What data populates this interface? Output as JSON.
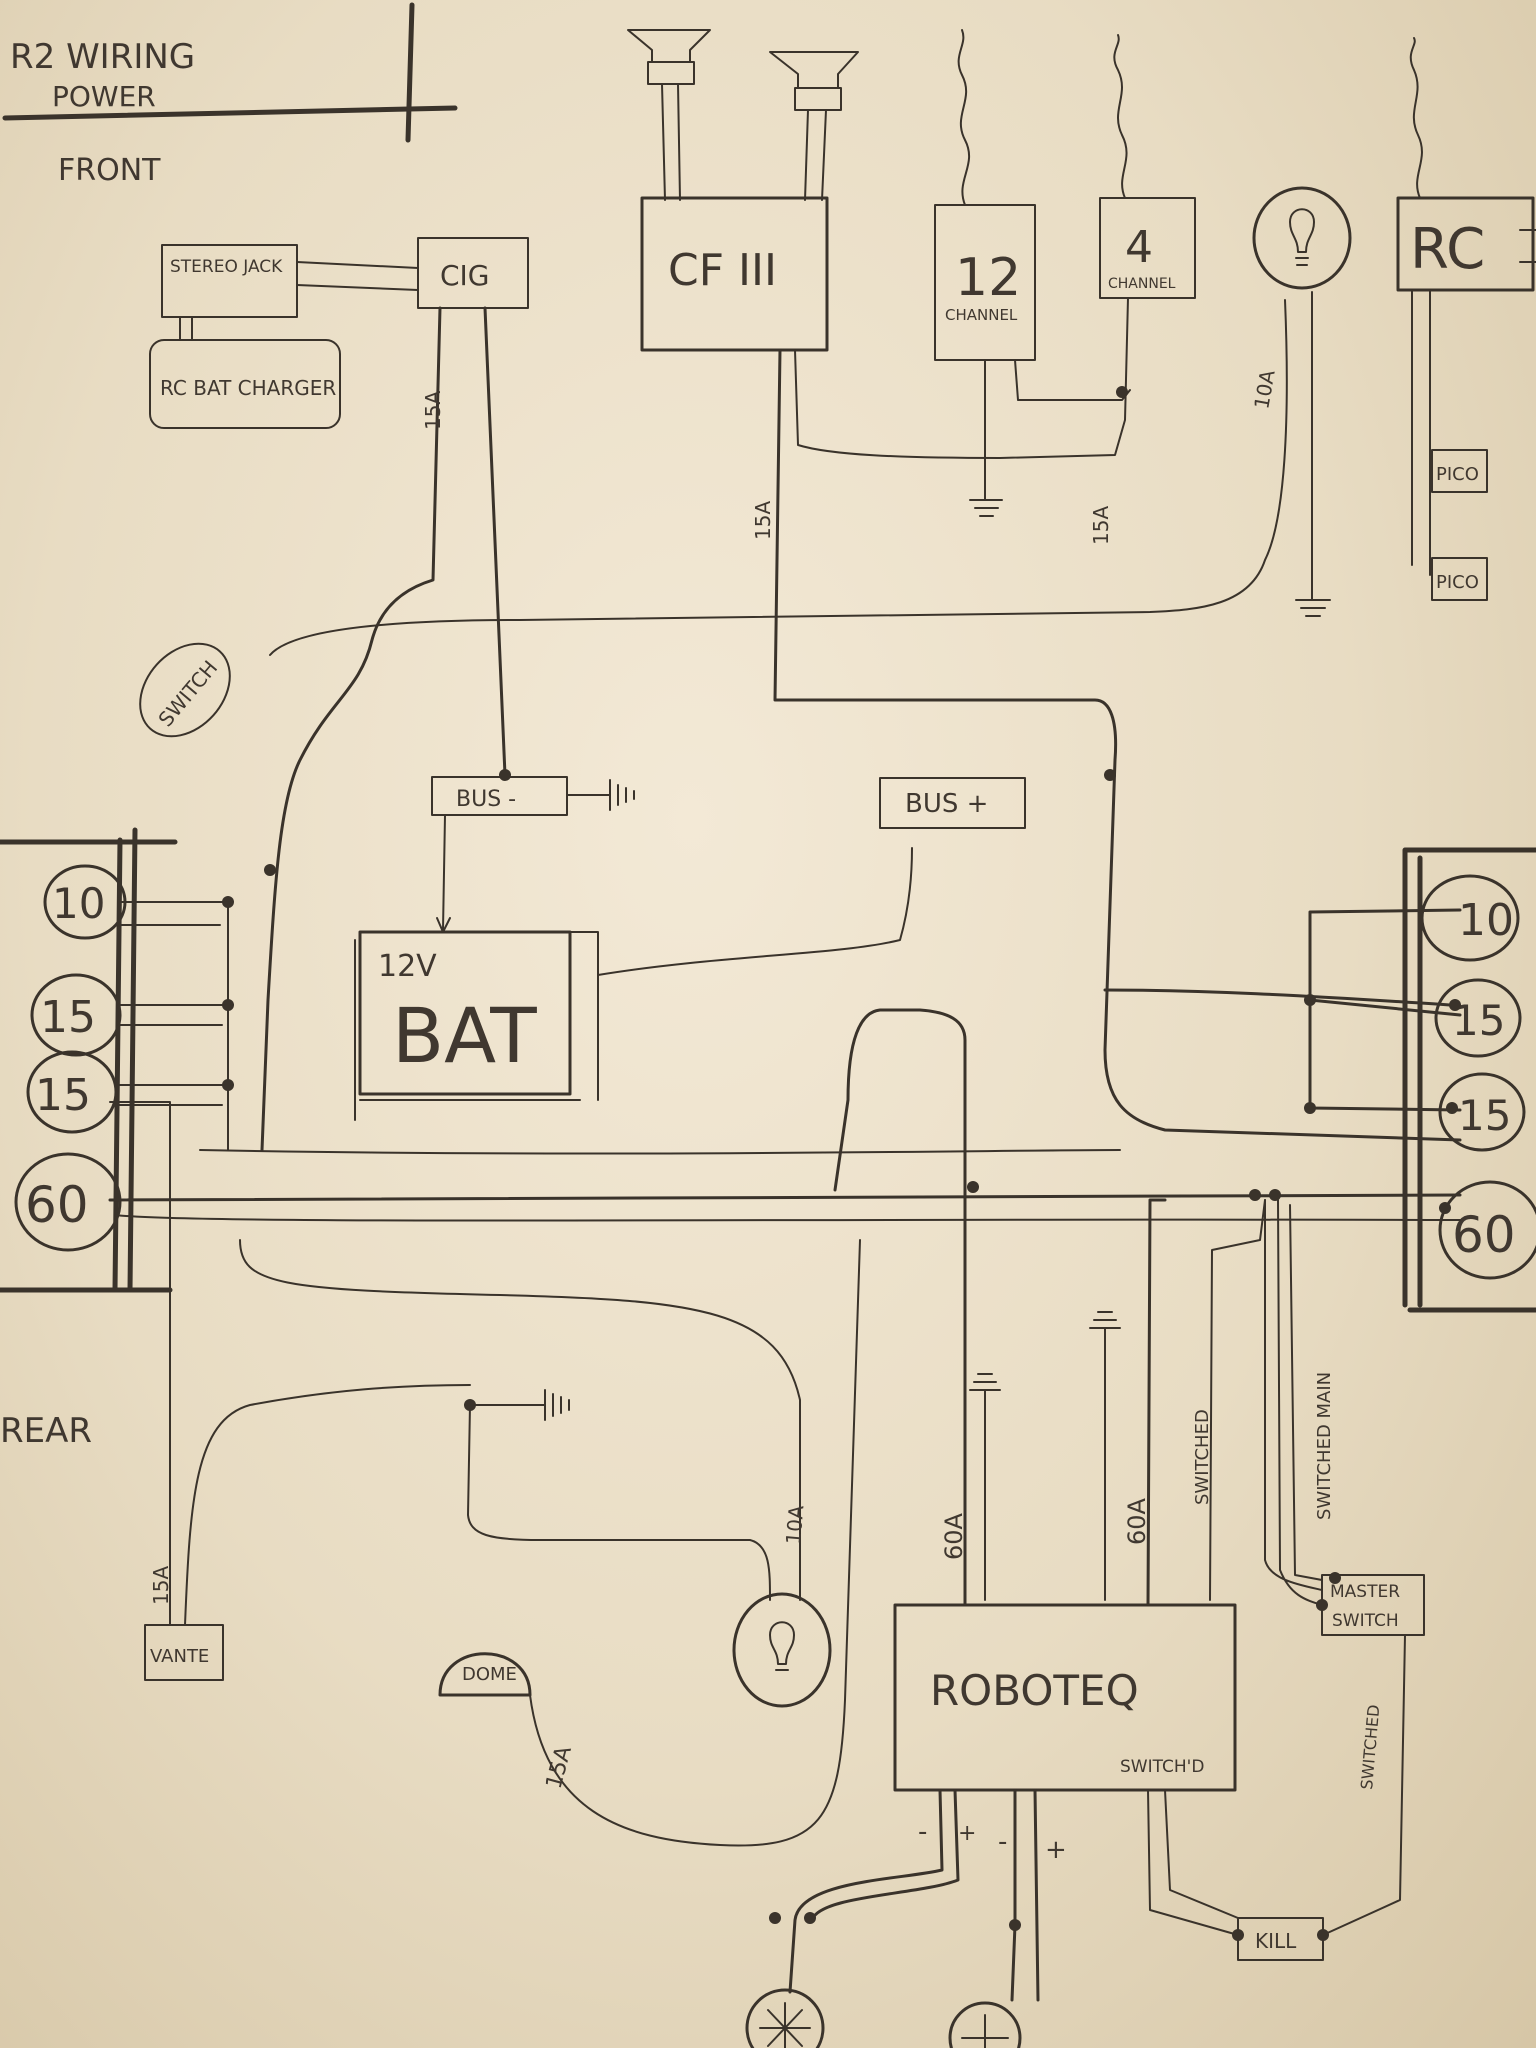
{
  "header": {
    "title_line1": "R2 WIRING",
    "title_line2": "POWER",
    "front_label": "FRONT",
    "rear_label": "REAR"
  },
  "components": {
    "stereo_jack": "STEREO JACK",
    "rc_bat_charger": "RC BAT CHARGER",
    "cig": "CIG",
    "cf3": "CF III",
    "ch12_num": "12",
    "ch12_word": "CHANNEL",
    "ch4_num": "4",
    "ch4_word": "CHANNEL",
    "rc": "RC",
    "pico1": "PICO",
    "pico2": "PICO",
    "switch": "SWITCH",
    "bus_minus": "BUS -",
    "bus_plus": "BUS +",
    "battery_volts": "12V",
    "battery_word": "BAT",
    "vante": "VANTE",
    "dome": "DOME",
    "roboteq": "ROBOTEQ",
    "roboteq_switched": "SWITCH'D",
    "master": "MASTER",
    "master_switch": "SWITCH",
    "kill": "KILL"
  },
  "fuses_left": [
    "10",
    "15",
    "15",
    "60"
  ],
  "fuses_right": [
    "10",
    "15",
    "15",
    "60"
  ],
  "wire_labels": {
    "cig_wire": "15A",
    "cf3_wire": "15A",
    "channel4_wire": "15A",
    "bulb_wire": "10A",
    "vante_wire": "15A",
    "rear_bulb_wire": "10A",
    "dome_wire": "15A",
    "roboteq_left": "60A",
    "roboteq_right": "60A",
    "switched": "SWITCHED",
    "switched_main": "SWITCHED MAIN",
    "kill_switched": "SWITCHED"
  },
  "terminals": {
    "neg1": "-",
    "pos1": "+",
    "neg2": "-",
    "pos2": "+"
  }
}
